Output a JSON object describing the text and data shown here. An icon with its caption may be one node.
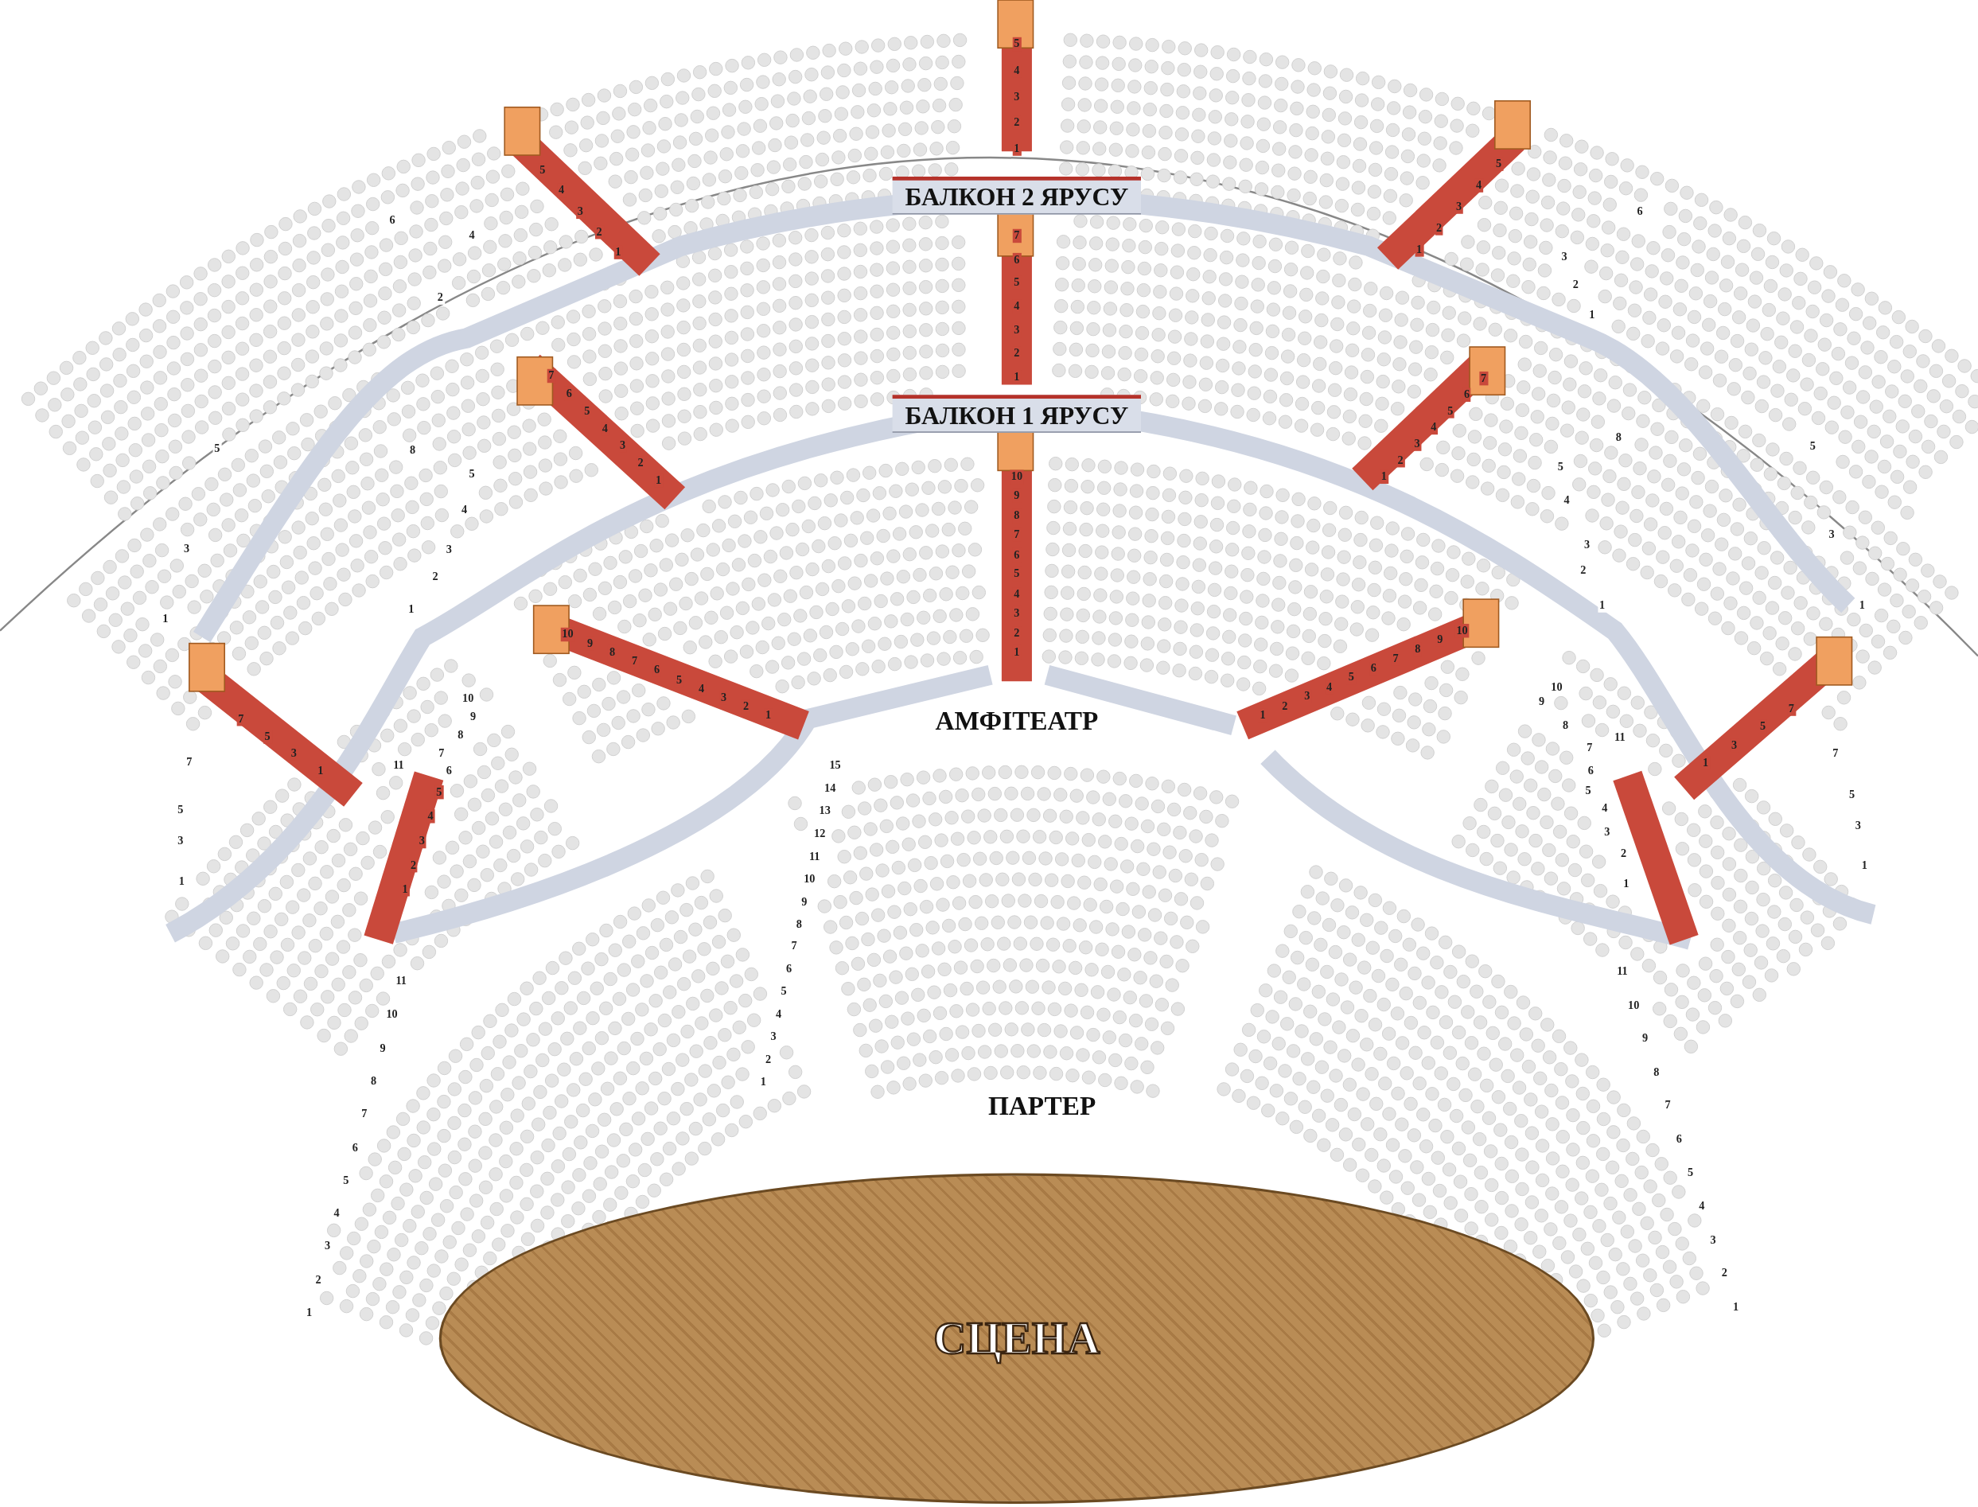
{
  "diagram": {
    "nodes": [
      {
        "text": [
          "БАЛКОН 2 ЯРУСУ"
        ]
      },
      {
        "text": [
          "БАЛКОН 1 ЯРУСУ"
        ]
      },
      {
        "text": [
          "СЦЕНА"
        ]
      }
    ],
    "labels": [
      "АМФІТЕАТР",
      "ПАРТЕР",
      "5",
      "4",
      "3",
      "2",
      "1",
      "5",
      "4",
      "3",
      "2",
      "1",
      "5",
      "4",
      "3",
      "2",
      "1",
      "6",
      "4",
      "2",
      "6",
      "3",
      "2",
      "1",
      "7",
      "6",
      "5",
      "4",
      "3",
      "2",
      "1",
      "7",
      "6",
      "5",
      "4",
      "3",
      "2",
      "1",
      "7",
      "6",
      "5",
      "4",
      "3",
      "2",
      "1",
      "5",
      "3",
      "1",
      "8",
      "5",
      "4",
      "3",
      "2",
      "1",
      "8",
      "5",
      "3",
      "1",
      "5",
      "4",
      "3",
      "2",
      "1",
      "10",
      "9",
      "8",
      "7",
      "6",
      "5",
      "4",
      "3",
      "2",
      "1",
      "10",
      "9",
      "8",
      "7",
      "6",
      "5",
      "4",
      "3",
      "2",
      "1",
      "1",
      "2",
      "3",
      "4",
      "5",
      "6",
      "7",
      "8",
      "9",
      "10",
      "5",
      "4",
      "3",
      "2",
      "1",
      "7",
      "5",
      "3",
      "1",
      "1",
      "3",
      "5",
      "7",
      "10",
      "9",
      "8",
      "7",
      "6",
      "11",
      "7",
      "5",
      "3",
      "1",
      "9",
      "10",
      "8",
      "11",
      "7",
      "6",
      "5",
      "4",
      "3",
      "2",
      "1",
      "7",
      "5",
      "3",
      "1",
      "11",
      "10",
      "9",
      "8",
      "7",
      "6",
      "5",
      "4",
      "3",
      "2",
      "1",
      "15",
      "14",
      "13",
      "12",
      "11",
      "10",
      "9",
      "8",
      "7",
      "6",
      "5",
      "4",
      "3",
      "2",
      "1",
      "11",
      "10",
      "9",
      "8",
      "7",
      "6",
      "5",
      "4",
      "3",
      "2",
      "1"
    ]
  }
}
